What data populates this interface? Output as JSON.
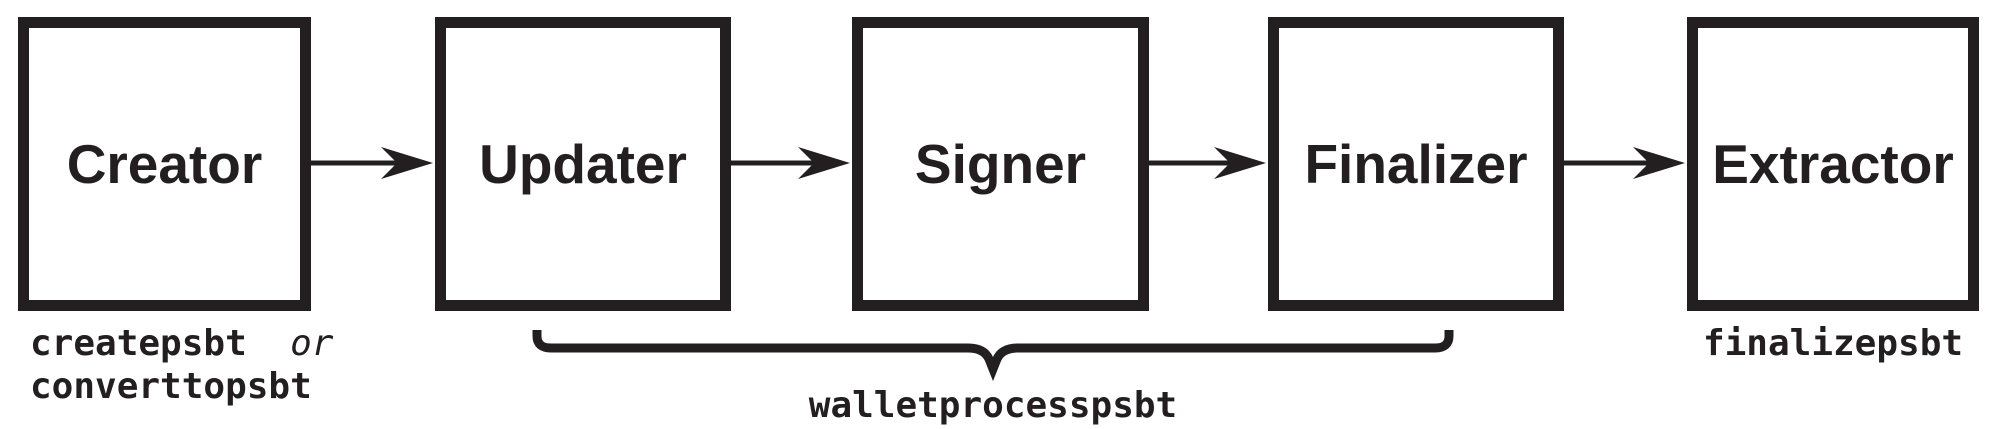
{
  "colors": {
    "ink": "#231f20",
    "background": "#ffffff"
  },
  "nodes": [
    {
      "id": "creator",
      "label": "Creator"
    },
    {
      "id": "updater",
      "label": "Updater"
    },
    {
      "id": "signer",
      "label": "Signer"
    },
    {
      "id": "finalizer",
      "label": "Finalizer"
    },
    {
      "id": "extractor",
      "label": "Extractor"
    }
  ],
  "connections": [
    {
      "from": "Creator",
      "to": "Updater"
    },
    {
      "from": "Updater",
      "to": "Signer"
    },
    {
      "from": "Signer",
      "to": "Finalizer"
    },
    {
      "from": "Finalizer",
      "to": "Extractor"
    }
  ],
  "annotations": {
    "creator": {
      "command1": "createpsbt",
      "conjunction": "or",
      "command2": "converttopsbt"
    },
    "brace_group": {
      "label": "walletprocesspsbt",
      "spans": "Updater, Signer, Finalizer"
    },
    "extractor": {
      "command": "finalizepsbt"
    }
  }
}
